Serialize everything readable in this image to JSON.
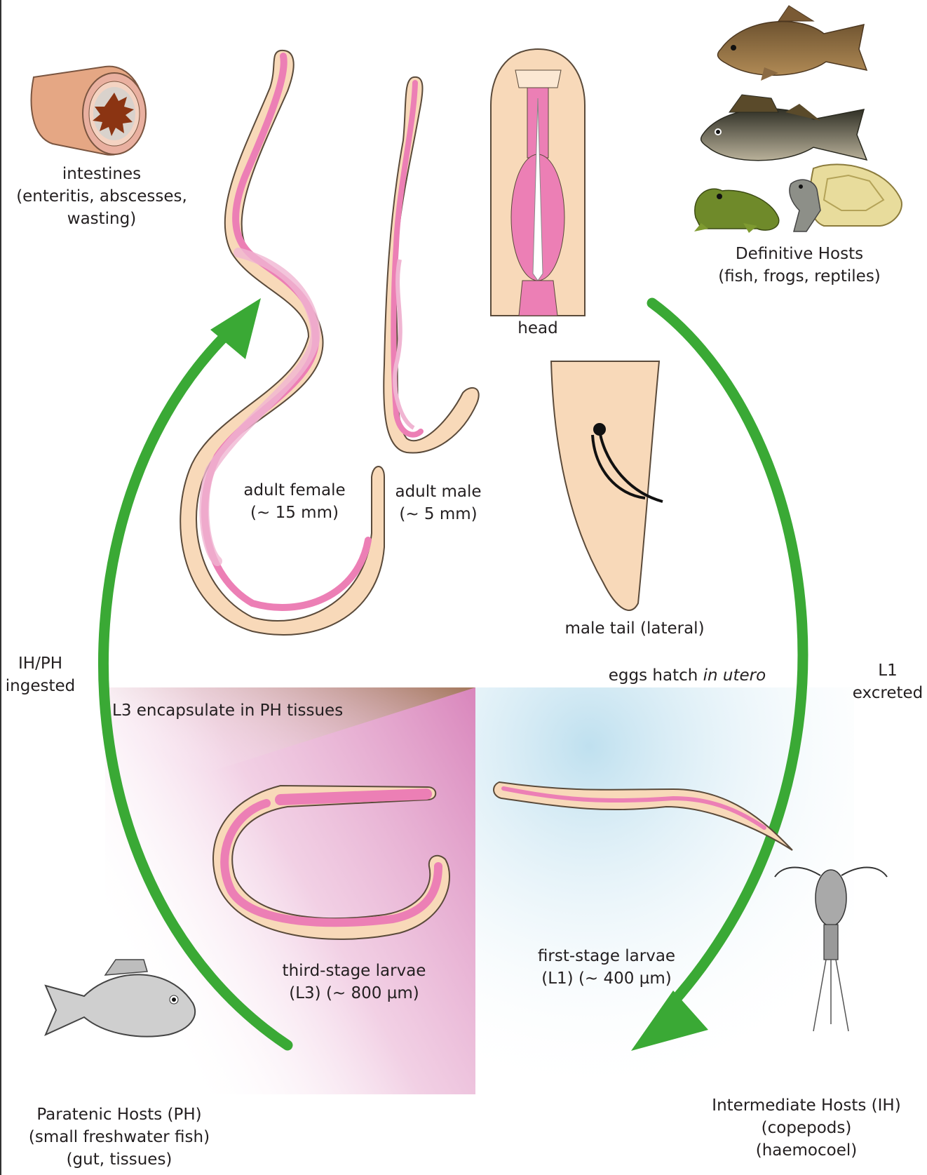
{
  "labels": {
    "intestines": {
      "title": "intestines",
      "line2": "(enteritis, abscesses,",
      "line3": "wasting)"
    },
    "definitive": {
      "title": "Definitive Hosts",
      "line2": "(fish, frogs, reptiles)"
    },
    "head": "head",
    "adult_female": {
      "line1": "adult female",
      "line2": "(~ 15 mm)"
    },
    "adult_male": {
      "line1": "adult male",
      "line2": "(~ 5 mm)"
    },
    "male_tail": "male tail (lateral)",
    "ingested": {
      "line1": "IH/PH",
      "line2": "ingested"
    },
    "excreted": {
      "line1": "L1",
      "line2": "excreted"
    },
    "eggs_hatch": {
      "text": "eggs hatch ",
      "italic": "in utero"
    },
    "l3_encapsulate": "L3 encapsulate in PH tissues",
    "third_stage": {
      "line1": "third-stage larvae",
      "line2": "(L3) (~ 800 µm)"
    },
    "first_stage": {
      "line1": "first-stage larvae",
      "line2": "(L1) (~ 400 µm)"
    },
    "paratenic": {
      "line1": "Paratenic Hosts (PH)",
      "line2": "(small freshwater fish)",
      "line3": "(gut, tissues)"
    },
    "intermediate": {
      "line1": "Intermediate Hosts (IH)",
      "line2": "(copepods)",
      "line3": "(haemocoel)"
    }
  },
  "colors": {
    "arrow": "#3aa935",
    "worm_body": "#f8d9b9",
    "worm_gut": "#ec7fb5",
    "outline": "#5a4a3a",
    "l3_zone": "#d986bc",
    "l1_zone": "#bfe0ef",
    "tissue_wedge": "#a2775a"
  },
  "icons": [
    "intestine-cross-section-icon",
    "carp-fish-icon",
    "perch-fish-icon",
    "frog-icon",
    "turtle-icon",
    "paratenic-fish-icon",
    "copepod-icon"
  ]
}
